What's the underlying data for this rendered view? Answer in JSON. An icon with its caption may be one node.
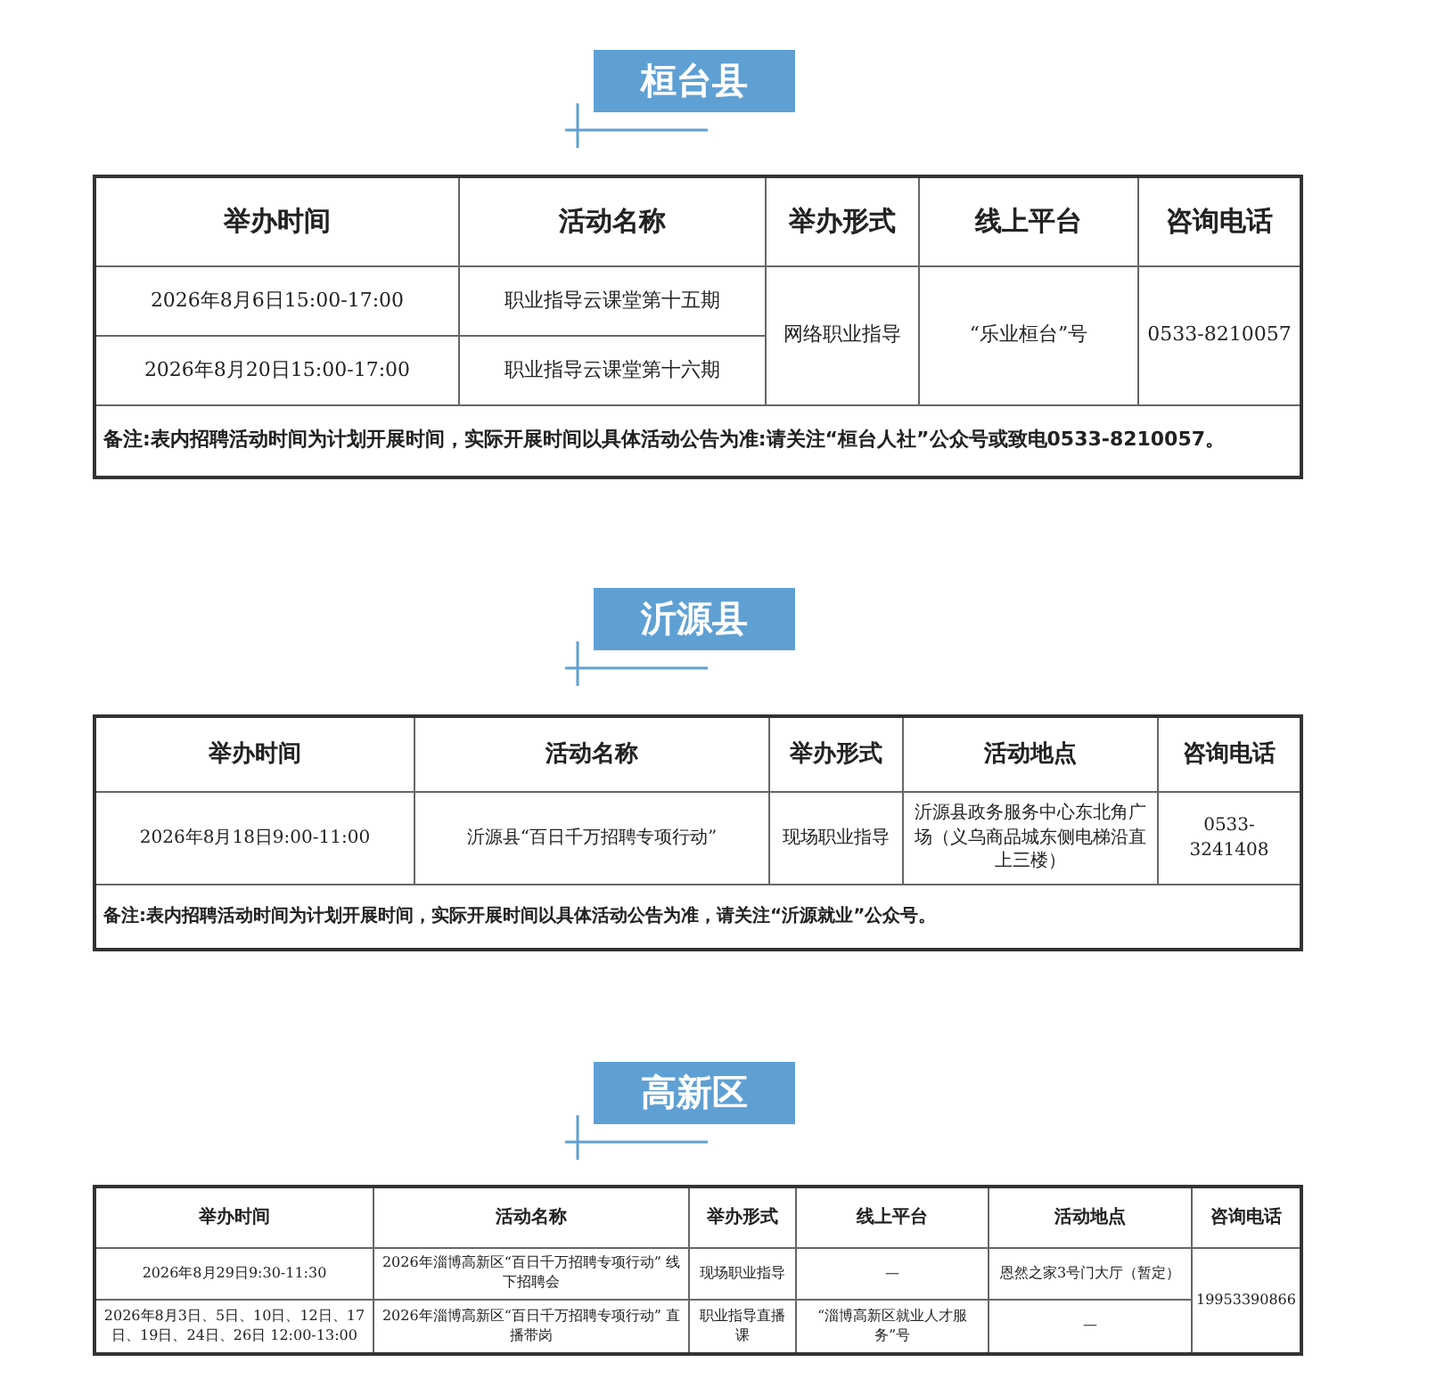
{
  "diagram": {
    "nodes": [
      {
        "text": [
          "桓台县"
        ]
      },
      {
        "text": [
          "沂源县"
        ]
      },
      {
        "text": [
          "高新区"
        ]
      }
    ],
    "edges": [],
    "labels": [
      "举办时间",
      "活动名称",
      "举办形式",
      "线上平台",
      "咨询电话",
      "2026年8月6日15:00-17:00",
      "职业指导云课堂第十五期",
      "网络职业指导",
      "“乐业桓台”号",
      "0533-8210057",
      "2026年8月20日15:00-17:00",
      "职业指导云课堂第十六期",
      "备注:表内招聘活动时间为计划开展时间，实际开展时间以具体活动公告为准:请关注“桓台人社”公众号或致电0533-8210057。",
      "举办时间",
      "活动名称",
      "举办形式",
      "活动地点",
      "咨询电话",
      "2026年8月18日9:00-11:00",
      "沂源县“百日千万招聘专项行动”",
      "现场职业指导",
      "沂源县政务服务中心东北角广场（义乌商品城东侧电梯沿直上三楼）",
      "0533-3241408",
      "备注:表内招聘活动时间为计划开展时间，实际开展时间以具体活动公告为准，请关注“沂源就业”公众号。",
      "举办时间",
      "活动名称",
      "举办形式",
      "线上平台",
      "活动地点",
      "咨询电话",
      "2026年8月29日9:30-11:30",
      "2026年淄博高新区“百日千万招聘专项行动” 线下招聘会",
      "现场职业指导",
      "—",
      "恩然之家3号门大厅（暂定）",
      "19953390866",
      "2026年8月3日、5日、10日、12日、17日、19日、24日、26日 12:00-13:00",
      "2026年淄博高新区“百日千万招聘专项行动” 直播带岗",
      "职业指导直播课",
      "“淄博高新区就业人才服务”号",
      "—"
    ]
  }
}
